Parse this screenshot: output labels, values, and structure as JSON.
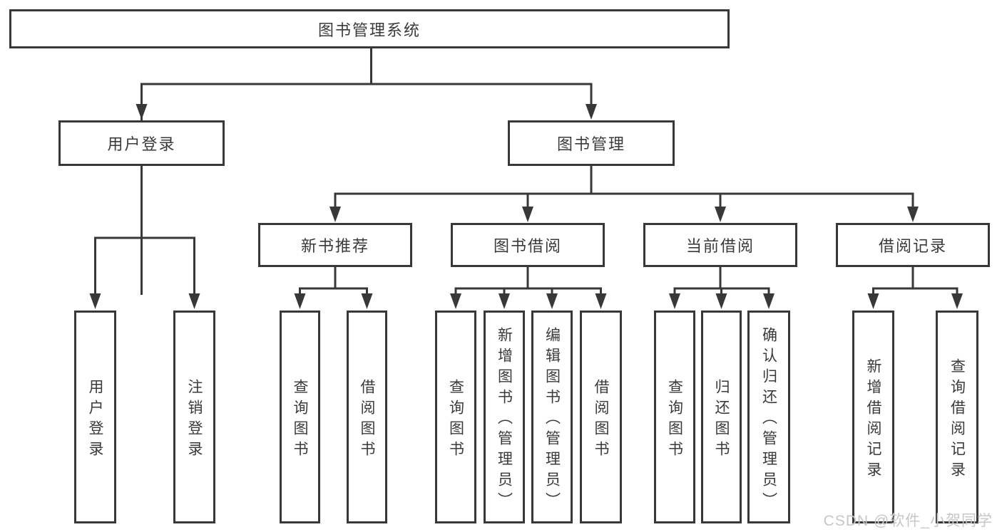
{
  "diagram": {
    "title": "图书管理系统",
    "watermark": "CSDN @软件_小贺同学",
    "colors": {
      "line": "#383838",
      "border": "#383838",
      "text": "#3a3a3a",
      "watermark": "#c7c7c7",
      "background": "#ffffff"
    },
    "nodes": {
      "root": {
        "label": "图书管理系统"
      },
      "user-login": {
        "label": "用户登录"
      },
      "book-management": {
        "label": "图书管理"
      },
      "new-book-recommend": {
        "label": "新书推荐"
      },
      "book-borrowing": {
        "label": "图书借阅"
      },
      "current-borrowing": {
        "label": "当前借阅"
      },
      "borrowing-records": {
        "label": "借阅记录"
      },
      "leaf-user-login": {
        "label": "用户登录"
      },
      "leaf-logout": {
        "label": "注销登录"
      },
      "leaf-query-books-1": {
        "label": "查询图书"
      },
      "leaf-borrow-books-1": {
        "label": "借阅图书"
      },
      "leaf-query-books-2": {
        "label": "查询图书"
      },
      "leaf-add-book": {
        "label": "新增图书（管理员）"
      },
      "leaf-edit-book": {
        "label": "编辑图书（管理员）"
      },
      "leaf-borrow-books-2": {
        "label": "借阅图书"
      },
      "leaf-query-books-3": {
        "label": "查询图书"
      },
      "leaf-return-book": {
        "label": "归还图书"
      },
      "leaf-confirm-return": {
        "label": "确认归还（管理员）"
      },
      "leaf-add-borrow-record": {
        "label": "新增借阅记录"
      },
      "leaf-query-borrow-record": {
        "label": "查询借阅记录"
      }
    },
    "hierarchy": {
      "图书管理系统": {
        "用户登录": [
          "用户登录",
          "注销登录"
        ],
        "图书管理": {
          "新书推荐": [
            "查询图书",
            "借阅图书"
          ],
          "图书借阅": [
            "查询图书",
            "新增图书（管理员）",
            "编辑图书（管理员）",
            "借阅图书"
          ],
          "当前借阅": [
            "查询图书",
            "归还图书",
            "确认归还（管理员）"
          ],
          "借阅记录": [
            "新增借阅记录",
            "查询借阅记录"
          ]
        }
      }
    }
  }
}
